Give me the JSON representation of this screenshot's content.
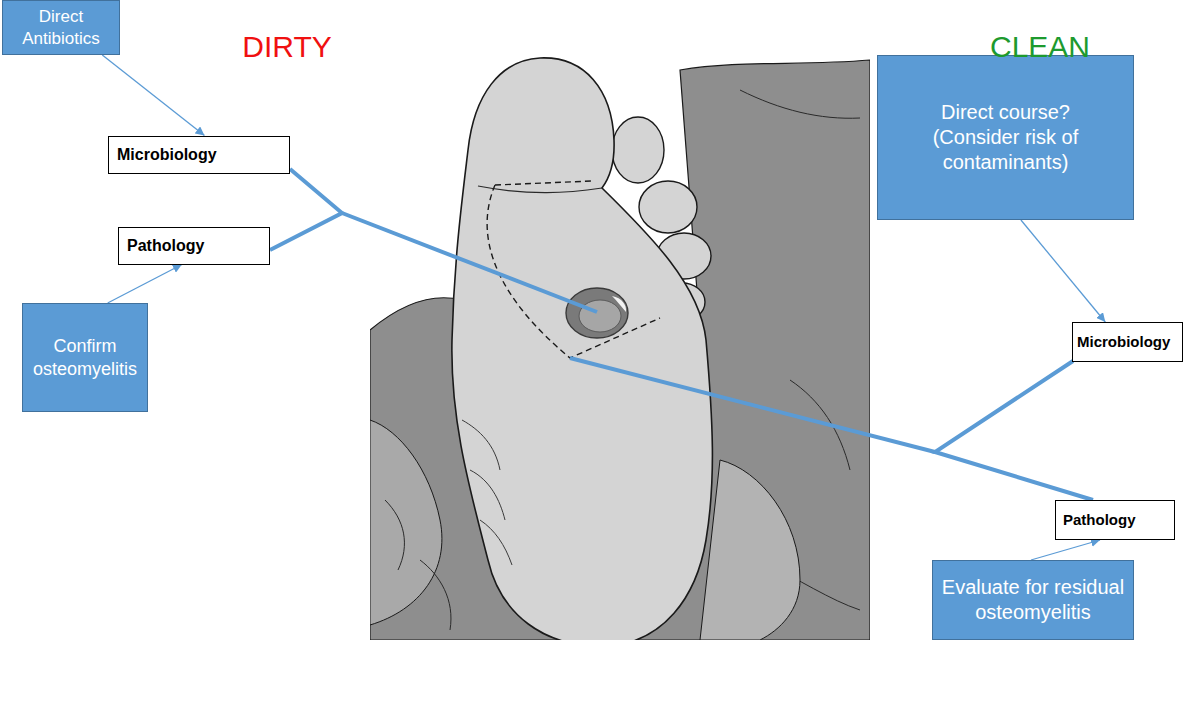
{
  "diagram": {
    "nodes": [
      {
        "text": [
          "Direct Antibiotics"
        ]
      },
      {
        "text": [
          "Microbiology"
        ]
      },
      {
        "text": [
          "Pathology"
        ]
      },
      {
        "text": [
          "Confirm osteomyelitis"
        ]
      },
      {
        "text": [
          "Direct course? (Consider risk of contaminants)"
        ]
      },
      {
        "text": [
          "Microbiology"
        ]
      },
      {
        "text": [
          "Pathology"
        ]
      },
      {
        "text": [
          "Evaluate for residual osteomyelitis"
        ]
      }
    ],
    "edges": [
      {
        "from": 0,
        "to": 1,
        "arrow": "to"
      },
      {
        "from": 3,
        "to": 2,
        "arrow": "to"
      },
      {
        "from": 4,
        "to": 5,
        "arrow": "to"
      },
      {
        "from": 7,
        "to": 6,
        "arrow": "to"
      }
    ],
    "labels": [
      "DIRTY",
      "CLEAN"
    ]
  }
}
